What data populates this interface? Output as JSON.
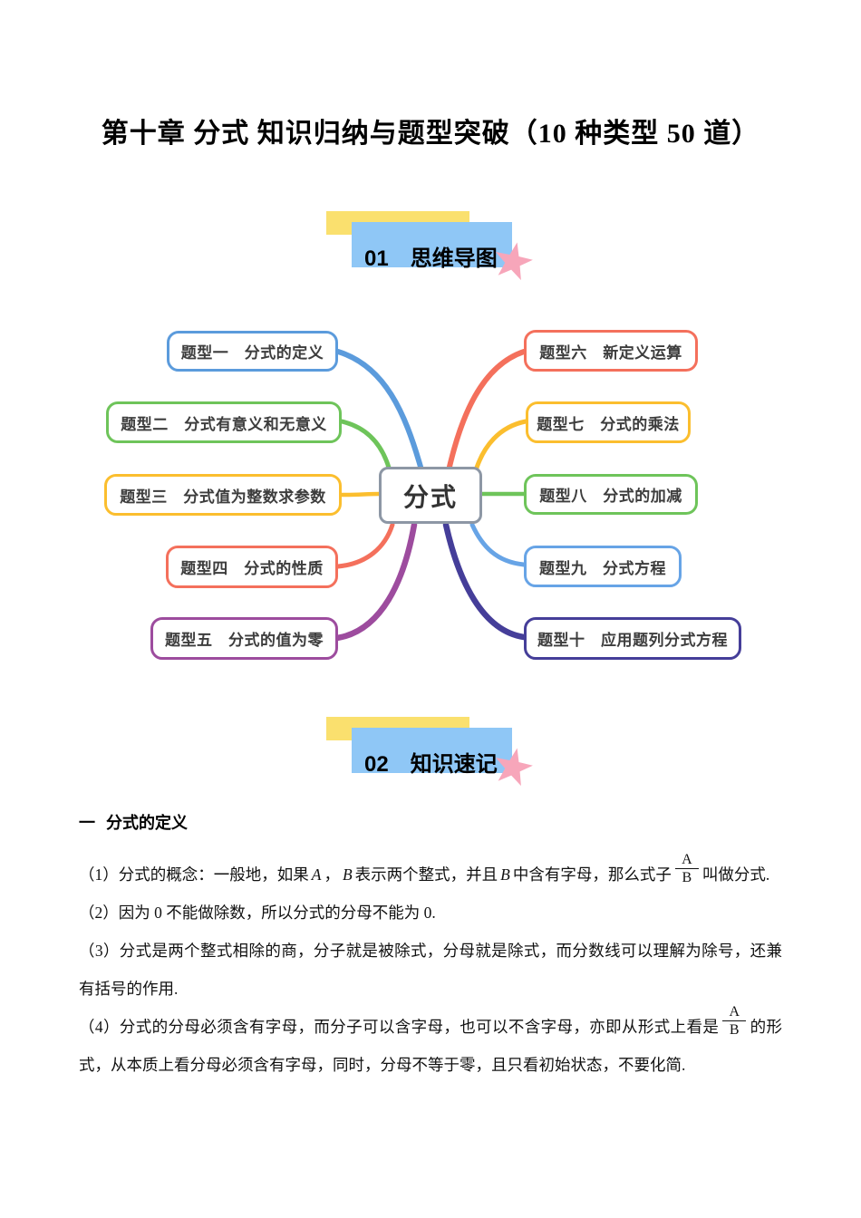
{
  "title": "第十章 分式 知识归纳与题型突破（10 种类型 50 道）",
  "sections": [
    {
      "number": "01",
      "label": "思维导图"
    },
    {
      "number": "02",
      "label": "知识速记"
    }
  ],
  "banner_colors": {
    "yellow": "#FAE06E",
    "blue": "#8FC7F6",
    "star": "#F7A6BA"
  },
  "mindmap": {
    "center_label": "分式",
    "center_border_color": "#8D97A5",
    "nodes": [
      {
        "label": "题型一　分式的定义",
        "color": "#5B9BDC"
      },
      {
        "label": "题型二　分式有意义和无意义",
        "color": "#6EC45A"
      },
      {
        "label": "题型三　分式值为整数求参数",
        "color": "#FBBE2E"
      },
      {
        "label": "题型四　分式的性质",
        "color": "#F4705C"
      },
      {
        "label": "题型五　分式的值为零",
        "color": "#9D4C9E"
      },
      {
        "label": "题型六　新定义运算",
        "color": "#F4705C"
      },
      {
        "label": "题型七　分式的乘法",
        "color": "#FBBE2E"
      },
      {
        "label": "题型八　分式的加减",
        "color": "#6EC45A"
      },
      {
        "label": "题型九　分式方程",
        "color": "#67A4E6"
      },
      {
        "label": "题型十　应用题列分式方程",
        "color": "#453E99"
      }
    ]
  },
  "knowledge": {
    "heading_marker": "一",
    "heading_text": "分式的定义",
    "paragraphs": [
      {
        "segments": [
          {
            "t": "text",
            "v": "（1）分式的概念：一般地，如果"
          },
          {
            "t": "var",
            "v": "A"
          },
          {
            "t": "text",
            "v": "，"
          },
          {
            "t": "var",
            "v": "B"
          },
          {
            "t": "text",
            "v": "表示两个整式，并且"
          },
          {
            "t": "var",
            "v": "B"
          },
          {
            "t": "text",
            "v": "中含有字母，那么式子"
          },
          {
            "t": "frac",
            "num": "A",
            "den": "B"
          },
          {
            "t": "text",
            "v": "叫做分式."
          }
        ]
      },
      {
        "segments": [
          {
            "t": "text",
            "v": "（2）因为 0 不能做除数，所以分式的分母不能为 0."
          }
        ]
      },
      {
        "segments": [
          {
            "t": "text",
            "v": "（3）分式是两个整式相除的商，分子就是被除式，分母就是除式，而分数线可以理解为除号，还兼有括号的作用."
          }
        ]
      },
      {
        "segments": [
          {
            "t": "text",
            "v": "（4）分式的分母必须含有字母，而分子可以含字母，也可以不含字母，亦即从形式上看是"
          },
          {
            "t": "frac",
            "num": "A",
            "den": "B"
          },
          {
            "t": "text",
            "v": "的形式，从本质上看分母必须含有字母，同时，分母不等于零，且只看初始状态，不要化简."
          }
        ]
      }
    ]
  }
}
